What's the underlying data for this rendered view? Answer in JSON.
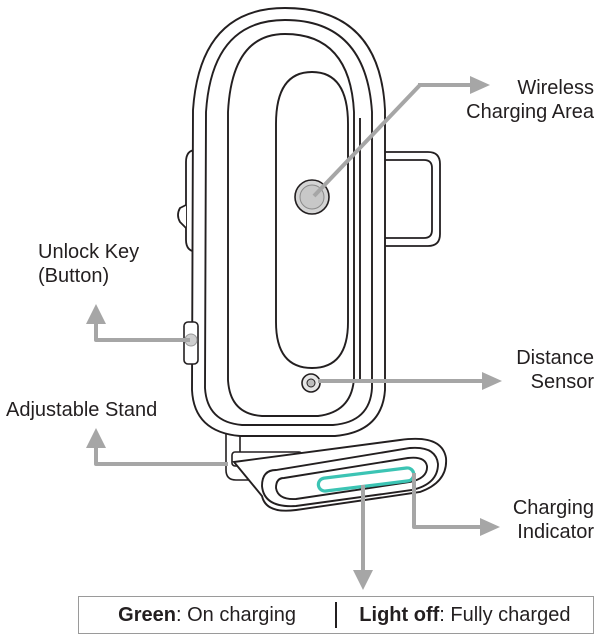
{
  "labels": {
    "wireless_line1": "Wireless",
    "wireless_line2": "Charging Area",
    "unlock_line1": "Unlock Key",
    "unlock_line2": "(Button)",
    "distance_line1": "Distance",
    "distance_line2": "Sensor",
    "stand": "Adjustable Stand",
    "indicator_line1": "Charging",
    "indicator_line2": "Indicator"
  },
  "legend": {
    "green_term": "Green",
    "green_desc": ": On charging",
    "off_term": "Light off",
    "off_desc": ": Fully charged"
  },
  "colors": {
    "outline": "#231f20",
    "arrow": "#a6a6a6",
    "indicator_light": "#3cc4b4"
  }
}
